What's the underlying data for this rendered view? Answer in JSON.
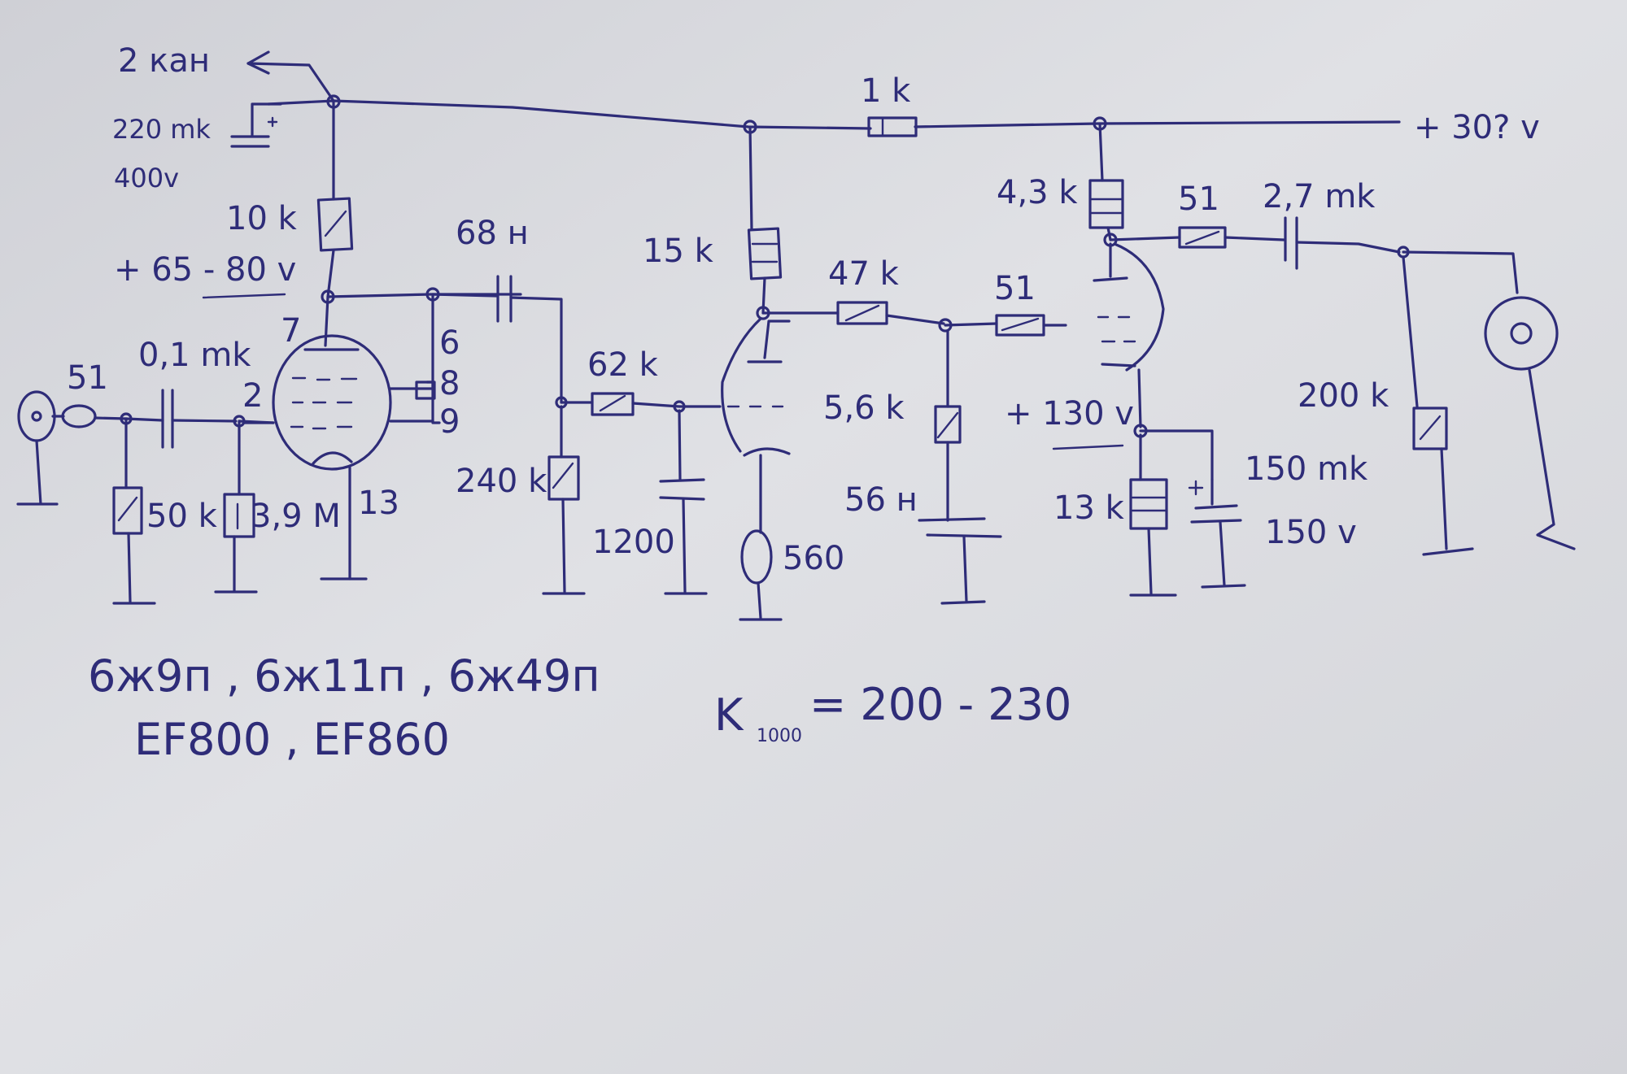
{
  "paper": {
    "background": "#dcdde1",
    "ink": "#2e2c78"
  },
  "labels": {
    "channel2": "2 кан",
    "c_supply_value": "220 mk",
    "c_supply_voltage": "400v",
    "r_anode1": "10 k",
    "anode_voltage": "+ 65 - 80 v",
    "pin7": "7",
    "pin6": "6",
    "pin8": "8",
    "pin9": "9",
    "pin2": "2",
    "pin13": "13",
    "r_in": "51",
    "c_in": "0,1 mk",
    "r_in_shunt": "50 k",
    "r_grid1": "3,9 M",
    "c_coupling1": "68 н",
    "r_grid2": "240 k",
    "r_grid_stop": "62 k",
    "c_grid2": "1200",
    "r_anode2": "15 k",
    "r_cathode2": "560",
    "r_dropper": "1 k",
    "supply_voltage": "+ 30? v",
    "r_47k": "47 k",
    "r_5k6": "5,6 k",
    "c_56n": "56 н",
    "r_grid_stop2": "51",
    "r_anode3": "4,3 k",
    "r_out": "51",
    "c_out": "2,7 mk",
    "r_out_shunt": "200 k",
    "cathode3_voltage": "+ 130 v",
    "r_cathode3": "13 k",
    "c_cathode3_value": "150 mk",
    "c_cathode3_voltage": "150 v",
    "tube_types_1": "6ж9п , 6ж11п , 6ж49п",
    "tube_types_2": "EF800 , EF860",
    "gain_note": "K",
    "gain_sub": "1000",
    "gain_value": "= 200 - 230"
  }
}
